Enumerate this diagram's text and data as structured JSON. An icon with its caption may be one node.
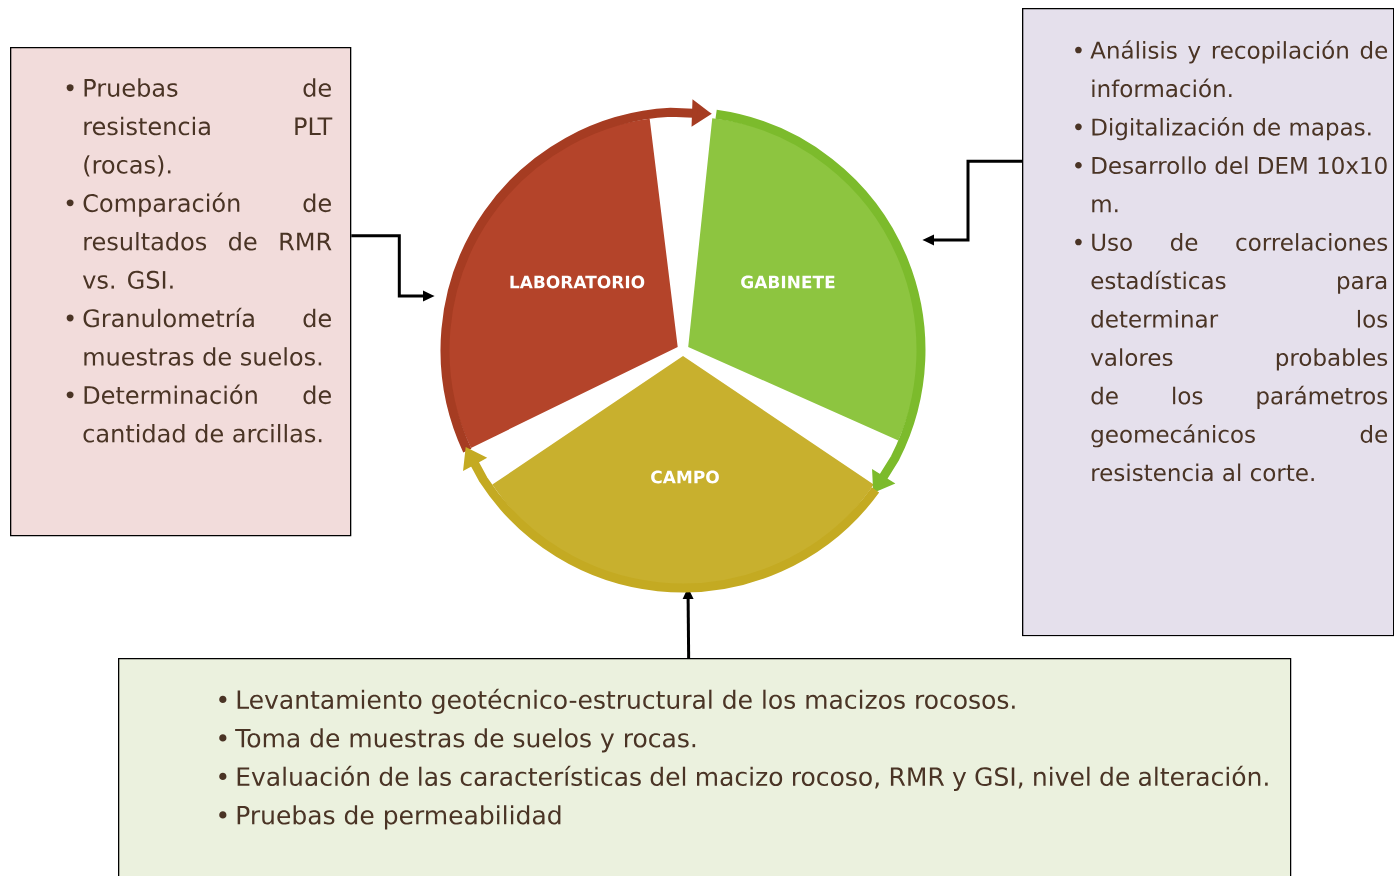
{
  "diagram": {
    "nodes": [
      {
        "text": [
          "Pruebas de resistencia PLT (rocas).",
          "Comparación de resultados de RMR vs. GSI.",
          "Granulometría de muestras de suelos.",
          "Determinación de cantidad de arcillas."
        ]
      },
      {
        "text": [
          "LABORATORIO"
        ]
      },
      {
        "text": [
          "GABINETE"
        ]
      },
      {
        "text": [
          "CAMPO"
        ]
      },
      {
        "text": [
          "Análisis y recopilación de información.",
          "Digitalización de mapas.",
          "Desarrollo del DEM 10x10 m.",
          "Uso de correlaciones estadísticas para determinar los valores probables de los parámetros geomecánicos de resistencia al corte."
        ]
      },
      {
        "text": [
          "Levantamiento geotécnico-estructural de los macizos rocosos.",
          "Toma de muestras de suelos y rocas.",
          "Evaluación de las características del macizo rocoso, RMR y GSI, nivel de alteración.",
          "Pruebas de permeabilidad"
        ]
      }
    ],
    "edges": [
      {
        "from": 0,
        "to": 1,
        "arrow": "to"
      },
      {
        "from": 4,
        "to": 2,
        "arrow": "to"
      },
      {
        "from": 5,
        "to": 3,
        "arrow": "to"
      },
      {
        "from": 1,
        "to": 2,
        "arrow": "to",
        "style": "thick",
        "color": "#a63c22"
      },
      {
        "from": 2,
        "to": 3,
        "arrow": "to",
        "style": "thick",
        "color": "#7cbb2c"
      },
      {
        "from": 3,
        "to": 1,
        "arrow": "to",
        "style": "thick",
        "color": "#c4aa22"
      }
    ],
    "labels": [
      "•",
      "•",
      "•",
      "•",
      "•",
      "•",
      "•",
      "•",
      "•",
      "•",
      "•",
      "•"
    ]
  }
}
